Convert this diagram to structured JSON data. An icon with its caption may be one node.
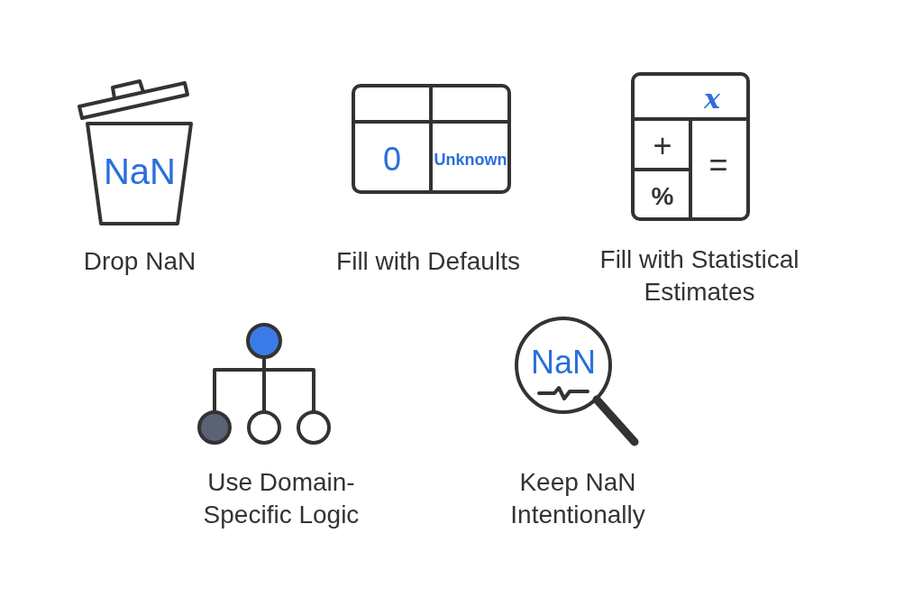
{
  "diagram": {
    "nodes": [
      {
        "text": [
          "NaN"
        ],
        "beside": [
          "Drop NaN"
        ]
      },
      {
        "text": [
          "0",
          "Unknown"
        ],
        "beside": [
          "Fill with Defaults"
        ]
      },
      {
        "text": [
          "x",
          "+",
          "=",
          "%"
        ],
        "beside": [
          "Fill with Statistical Estimates"
        ]
      },
      {
        "text": [],
        "shape": "picture",
        "beside": [
          "Use Domain-Specific Logic"
        ]
      },
      {
        "text": [
          "NaN"
        ],
        "beside": [
          "Keep NaN Intentionally"
        ]
      }
    ],
    "edges": []
  }
}
